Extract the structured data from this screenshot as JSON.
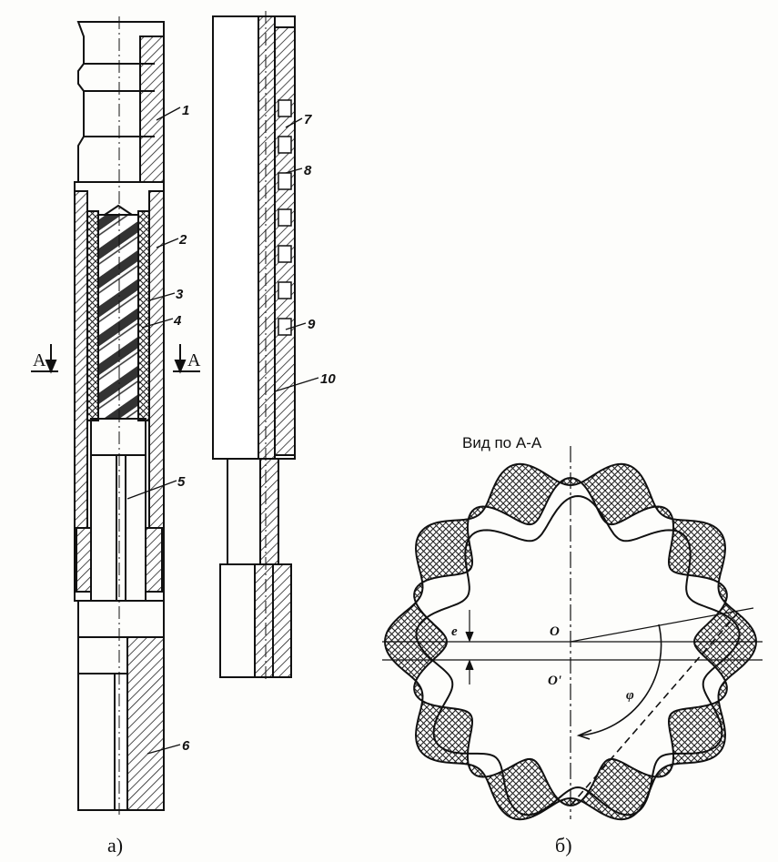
{
  "part_labels": [
    "1",
    "2",
    "3",
    "4",
    "5",
    "6",
    "7",
    "8",
    "9",
    "10"
  ],
  "section_marks": {
    "left": "A",
    "right": "A"
  },
  "captions": {
    "a": "а)",
    "b": "б)"
  },
  "view_title": "Вид по  А-А",
  "symbols": {
    "e": "e",
    "o": "O",
    "o_prime": "O'",
    "phi": "φ"
  }
}
